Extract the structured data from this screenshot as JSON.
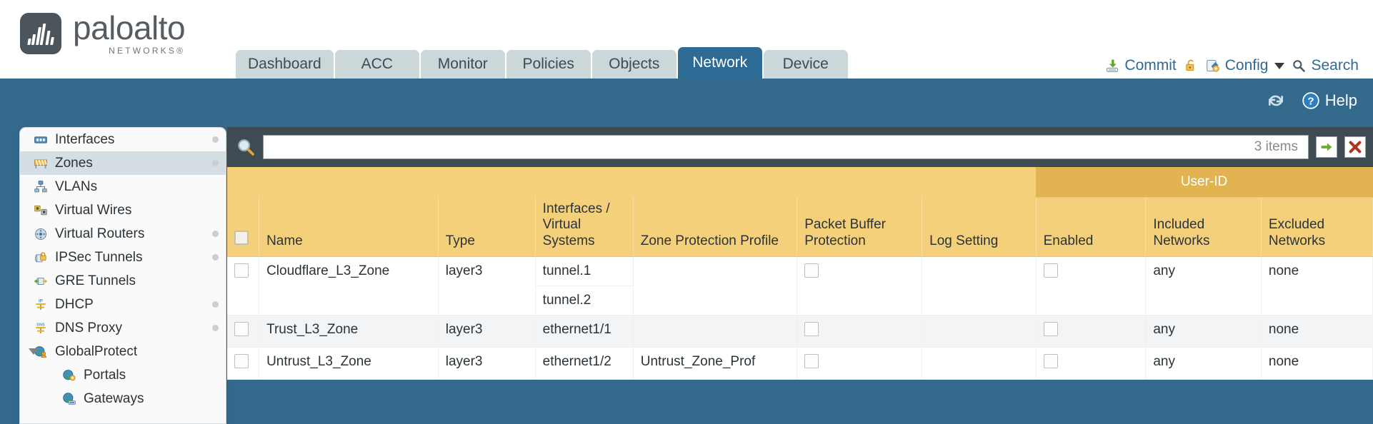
{
  "brand": {
    "name": "paloalto",
    "tagline": "NETWORKS®",
    "logo_icon": "paloalto-bars-logo"
  },
  "nav": {
    "tabs": [
      {
        "label": "Dashboard",
        "active": false
      },
      {
        "label": "ACC",
        "active": false
      },
      {
        "label": "Monitor",
        "active": false
      },
      {
        "label": "Policies",
        "active": false
      },
      {
        "label": "Objects",
        "active": false
      },
      {
        "label": "Network",
        "active": true
      },
      {
        "label": "Device",
        "active": false
      }
    ]
  },
  "header_actions": {
    "commit_label": "Commit",
    "commit_icon": "commit-download-icon",
    "lock_icon": "padlock-icon",
    "config_label": "Config",
    "config_icon": "config-wrench-icon",
    "config_caret": "chevron-down-icon",
    "search_label": "Search",
    "search_icon": "magnifier-icon"
  },
  "bluebar": {
    "refresh_icon": "refresh-icon",
    "help_label": "Help",
    "help_icon": "help-question-icon"
  },
  "sidebar": {
    "items": [
      {
        "label": "Interfaces",
        "icon": "interfaces-icon",
        "selected": false,
        "dot": true,
        "child": false,
        "expander": false
      },
      {
        "label": "Zones",
        "icon": "zones-icon",
        "selected": true,
        "dot": true,
        "child": false,
        "expander": false
      },
      {
        "label": "VLANs",
        "icon": "vlans-icon",
        "selected": false,
        "dot": false,
        "child": false,
        "expander": false
      },
      {
        "label": "Virtual Wires",
        "icon": "virtual-wires-icon",
        "selected": false,
        "dot": false,
        "child": false,
        "expander": false
      },
      {
        "label": "Virtual Routers",
        "icon": "virtual-routers-icon",
        "selected": false,
        "dot": true,
        "child": false,
        "expander": false
      },
      {
        "label": "IPSec Tunnels",
        "icon": "ipsec-tunnels-icon",
        "selected": false,
        "dot": true,
        "child": false,
        "expander": false
      },
      {
        "label": "GRE Tunnels",
        "icon": "gre-tunnels-icon",
        "selected": false,
        "dot": false,
        "child": false,
        "expander": false
      },
      {
        "label": "DHCP",
        "icon": "dhcp-icon",
        "selected": false,
        "dot": true,
        "child": false,
        "expander": false
      },
      {
        "label": "DNS Proxy",
        "icon": "dns-proxy-icon",
        "selected": false,
        "dot": true,
        "child": false,
        "expander": false
      },
      {
        "label": "GlobalProtect",
        "icon": "globalprotect-icon",
        "selected": false,
        "dot": false,
        "child": false,
        "expander": true
      },
      {
        "label": "Portals",
        "icon": "portals-icon",
        "selected": false,
        "dot": false,
        "child": true,
        "expander": false
      },
      {
        "label": "Gateways",
        "icon": "gateways-icon",
        "selected": false,
        "dot": false,
        "child": true,
        "expander": false
      }
    ]
  },
  "search": {
    "value": "",
    "placeholder": "",
    "icon": "magnifier-icon",
    "item_count": "3 items",
    "apply_icon": "green-arrow-icon",
    "clear_icon": "red-x-icon"
  },
  "table": {
    "group_header": "User-ID",
    "columns": [
      "Name",
      "Type",
      "Interfaces / Virtual Systems",
      "Zone Protection Profile",
      "Packet Buffer Protection",
      "Log Setting",
      "Enabled",
      "Included Networks",
      "Excluded Networks"
    ],
    "rows": [
      {
        "name": "Cloudflare_L3_Zone",
        "type": "layer3",
        "interfaces": [
          "tunnel.1",
          "tunnel.2"
        ],
        "zone_protection_profile": "",
        "packet_buffer_protection": false,
        "log_setting": "",
        "userid_enabled": false,
        "included_networks": "any",
        "excluded_networks": "none",
        "selected": false,
        "alt": false
      },
      {
        "name": "Trust_L3_Zone",
        "type": "layer3",
        "interfaces": [
          "ethernet1/1"
        ],
        "zone_protection_profile": "",
        "packet_buffer_protection": false,
        "log_setting": "",
        "userid_enabled": false,
        "included_networks": "any",
        "excluded_networks": "none",
        "selected": false,
        "alt": true
      },
      {
        "name": "Untrust_L3_Zone",
        "type": "layer3",
        "interfaces": [
          "ethernet1/2"
        ],
        "zone_protection_profile": "Untrust_Zone_Prof",
        "packet_buffer_protection": false,
        "log_setting": "",
        "userid_enabled": false,
        "included_networks": "any",
        "excluded_networks": "none",
        "selected": false,
        "alt": false
      }
    ]
  },
  "colors": {
    "page_blue": "#336a8c",
    "tab_active": "#2e6b94",
    "tab_inactive": "#ccd7da",
    "header_yellow": "#f5d07a",
    "group_yellow": "#e2b351",
    "search_slate": "#3f4b52",
    "link_blue": "#5b93b8"
  }
}
